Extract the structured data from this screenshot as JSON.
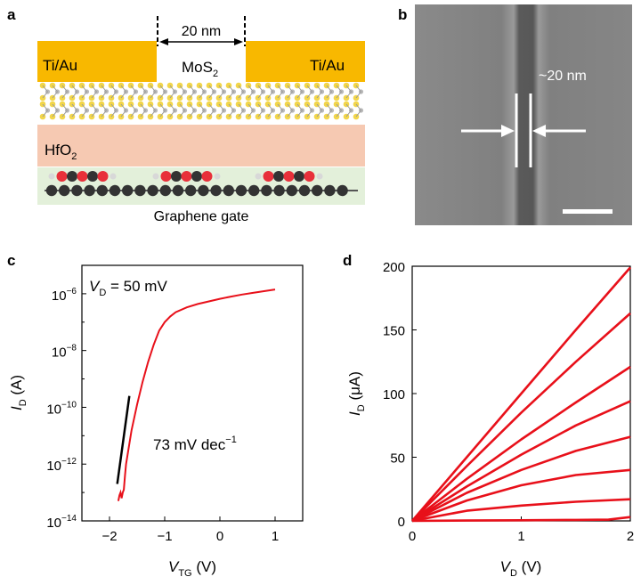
{
  "panels": {
    "a": {
      "label": "a",
      "gap_label": "20 nm",
      "contact_left": "Ti/Au",
      "contact_right": "Ti/Au",
      "channel_main": "MoS",
      "channel_sub": "2",
      "dielectric_main": "HfO",
      "dielectric_sub": "2",
      "gate_label": "Graphene gate",
      "colors": {
        "contact": "#f8b800",
        "dielectric": "#f6c9b2",
        "graphene_bg": "#e3f0da",
        "sulfur": "#f2d64a",
        "molybdenum": "#b9b9b9",
        "oxygen": "#e8303a",
        "carbon": "#333333",
        "hydrogen": "#d8d8d8"
      }
    },
    "b": {
      "label": "b",
      "gap_label": "~20 nm",
      "colors": {
        "background": "#7d7d7d",
        "gap": "#5e5e5e",
        "marker": "#ffffff"
      }
    },
    "c": {
      "label": "c",
      "annot_v_main": "V",
      "annot_v_sub": "D",
      "annot_v_rest": " = 50 mV",
      "slope_label": "73 mV dec",
      "slope_sup": "−1",
      "xlabel_main": "V",
      "xlabel_sub": "TG",
      "xlabel_rest": " (V)",
      "ylabel_main": "I",
      "ylabel_sub": "D",
      "ylabel_rest": " (A)",
      "color": "#e8101a"
    },
    "d": {
      "label": "d",
      "xlabel_main": "V",
      "xlabel_sub": "D",
      "xlabel_rest": " (V)",
      "ylabel_main": "I",
      "ylabel_sub": "D",
      "ylabel_rest": " (μA)",
      "color": "#e8101a"
    }
  },
  "chart_data": [
    {
      "type": "line",
      "panel": "c",
      "xlabel": "V_TG (V)",
      "ylabel": "I_D (A)",
      "log_y": true,
      "xlim": [
        -2.5,
        1.5
      ],
      "ylim": [
        1e-14,
        1e-05
      ],
      "x_ticks": [
        -2,
        -1,
        0,
        1
      ],
      "x_tick_labels": [
        "−2",
        "−1",
        "0",
        "1"
      ],
      "y_ticks": [
        -14,
        -12,
        -10,
        -8,
        -6
      ],
      "y_tick_labels": [
        {
          "base": "10",
          "exp": "−14"
        },
        {
          "base": "10",
          "exp": "−12"
        },
        {
          "base": "10",
          "exp": "−10"
        },
        {
          "base": "10",
          "exp": "−8"
        },
        {
          "base": "10",
          "exp": "−6"
        }
      ],
      "series": [
        {
          "x": [
            -1.84,
            -1.82,
            -1.8,
            -1.78,
            -1.76,
            -1.74,
            -1.72,
            -1.7,
            -1.65,
            -1.6,
            -1.5,
            -1.4,
            -1.3,
            -1.2,
            -1.1,
            -1.0,
            -0.9,
            -0.8,
            -0.6,
            -0.4,
            -0.2,
            0.0,
            0.2,
            0.4,
            0.6,
            0.8,
            1.0
          ],
          "log10_y": [
            -13.3,
            -13.1,
            -13.0,
            -13.2,
            -13.0,
            -12.9,
            -12.4,
            -12.0,
            -11.4,
            -10.8,
            -9.9,
            -9.1,
            -8.4,
            -7.8,
            -7.3,
            -7.0,
            -6.8,
            -6.65,
            -6.48,
            -6.36,
            -6.27,
            -6.18,
            -6.1,
            -6.03,
            -5.97,
            -5.91,
            -5.85
          ]
        }
      ],
      "slope_line": {
        "x": [
          -1.86,
          -1.64
        ],
        "log10_y": [
          -12.7,
          -9.6
        ]
      },
      "slope_label": "73 mV dec^-1",
      "annotation": "V_D = 50 mV"
    },
    {
      "type": "line",
      "panel": "d",
      "xlabel": "V_D (V)",
      "ylabel": "I_D (μA)",
      "xlim": [
        0,
        2
      ],
      "ylim": [
        0,
        200
      ],
      "x_ticks": [
        0,
        1,
        2
      ],
      "y_ticks": [
        0,
        50,
        100,
        150,
        200
      ],
      "series": [
        {
          "x": [
            0,
            0.5,
            1.0,
            1.5,
            2.0
          ],
          "values": [
            0,
            50,
            100,
            150,
            199
          ]
        },
        {
          "x": [
            0,
            0.5,
            1.0,
            1.5,
            2.0
          ],
          "values": [
            0,
            43,
            85,
            125,
            163
          ]
        },
        {
          "x": [
            0,
            0.5,
            1.0,
            1.5,
            2.0
          ],
          "values": [
            0,
            33,
            64,
            93,
            121
          ]
        },
        {
          "x": [
            0,
            0.5,
            1.0,
            1.5,
            2.0
          ],
          "values": [
            0,
            27,
            52,
            75,
            94
          ]
        },
        {
          "x": [
            0,
            0.5,
            1.0,
            1.5,
            2.0
          ],
          "values": [
            0,
            22,
            40,
            55,
            66
          ]
        },
        {
          "x": [
            0,
            0.5,
            1.0,
            1.5,
            2.0
          ],
          "values": [
            0,
            16,
            28,
            36,
            40
          ]
        },
        {
          "x": [
            0,
            0.5,
            1.0,
            1.5,
            2.0
          ],
          "values": [
            0,
            8,
            12,
            15,
            17
          ]
        },
        {
          "x": [
            0,
            0.5,
            1.0,
            1.5,
            1.8,
            2.0
          ],
          "values": [
            0,
            0.3,
            0.5,
            0.8,
            1.0,
            3
          ]
        }
      ]
    }
  ]
}
